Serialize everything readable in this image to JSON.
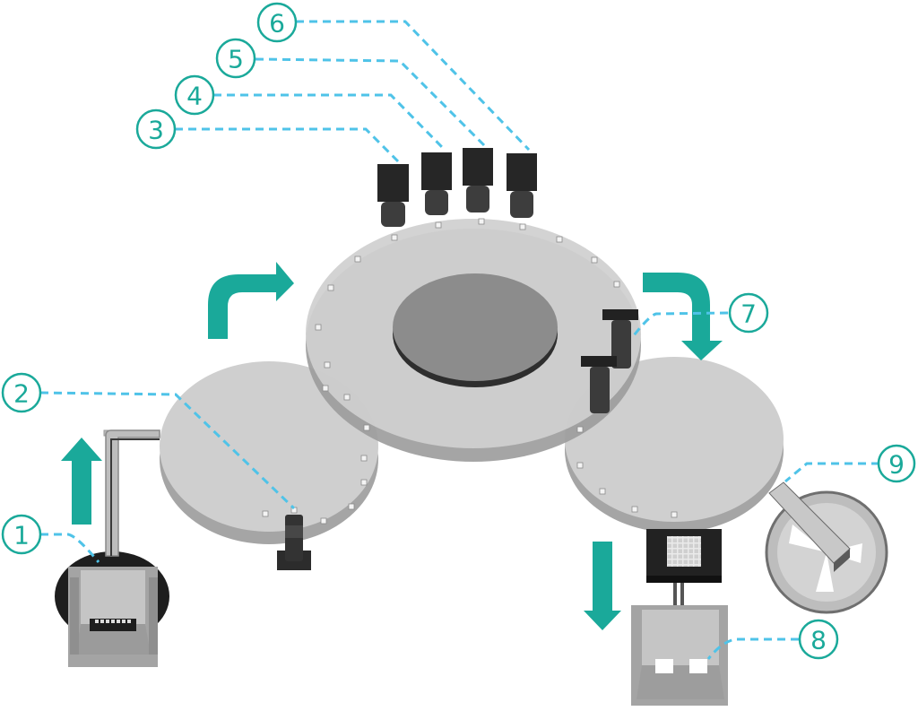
{
  "diagram": {
    "title": "",
    "colors": {
      "accent_teal": "#1aa99a",
      "leader_blue": "#4fc3e8",
      "disc_top": "#cdcdcd",
      "disc_edge": "#a9a9a9",
      "center_disc": "#8c8c8c",
      "camera_dark": "#262626"
    },
    "callouts": [
      {
        "id": "1",
        "label": "1",
        "target": "feeder-bowl"
      },
      {
        "id": "2",
        "label": "2",
        "target": "bottom-camera-station"
      },
      {
        "id": "3",
        "label": "3",
        "target": "top-camera-1"
      },
      {
        "id": "4",
        "label": "4",
        "target": "top-camera-2"
      },
      {
        "id": "5",
        "label": "5",
        "target": "top-camera-3"
      },
      {
        "id": "6",
        "label": "6",
        "target": "top-camera-4"
      },
      {
        "id": "7",
        "label": "7",
        "target": "side-cameras"
      },
      {
        "id": "8",
        "label": "8",
        "target": "sorting-bin"
      },
      {
        "id": "9",
        "label": "9",
        "target": "tape-reel"
      }
    ],
    "flow_arrows": [
      {
        "direction": "up",
        "location": "feeder-to-left-disc"
      },
      {
        "direction": "right-curved",
        "location": "left-disc-to-main-disc"
      },
      {
        "direction": "down-curved",
        "location": "main-disc-to-right-disc"
      },
      {
        "direction": "down",
        "location": "right-disc-to-bin"
      }
    ]
  }
}
